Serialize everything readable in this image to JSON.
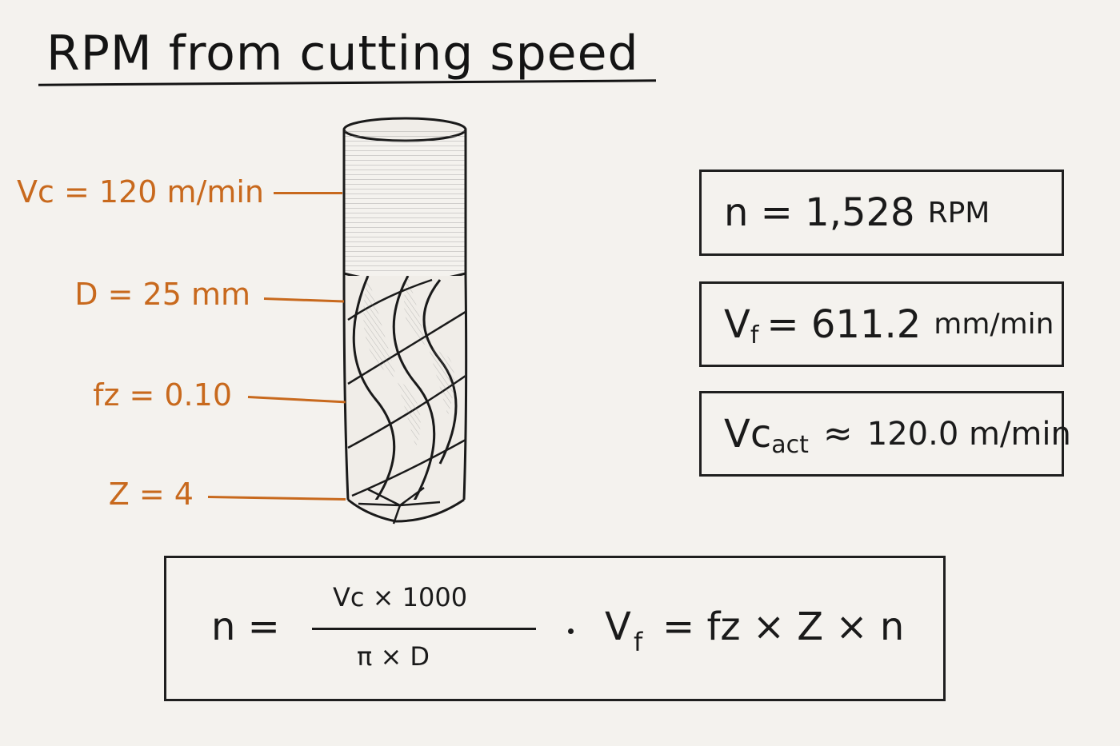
{
  "title": "RPM from cutting speed",
  "params": {
    "vc": "Vc = 120 m/min",
    "d": "D = 25 mm",
    "fz": "fz = 0.10",
    "z": "Z = 4"
  },
  "results": {
    "n_value": "n = 1,528",
    "n_unit": "RPM",
    "vf_symbol": "V",
    "vf_sub": "f",
    "vf_value": "= 611.2",
    "vf_unit": "mm/min",
    "vcact_symbol": "Vc",
    "vcact_sub": "act",
    "vcact_approx": "≈",
    "vcact_value": "120.0 m/min"
  },
  "formula": {
    "n_lhs": "n =",
    "numerator": "Vc × 1000",
    "denominator": "π × D",
    "separator": "·",
    "vf_symbol": "V",
    "vf_sub": "f",
    "vf_rhs": "= fz × Z × n"
  },
  "colors": {
    "accent": "#c8691d",
    "ink": "#1a1a1a",
    "paper": "#f4f2ee"
  },
  "icons": {
    "tool": "end-mill-drawing"
  }
}
